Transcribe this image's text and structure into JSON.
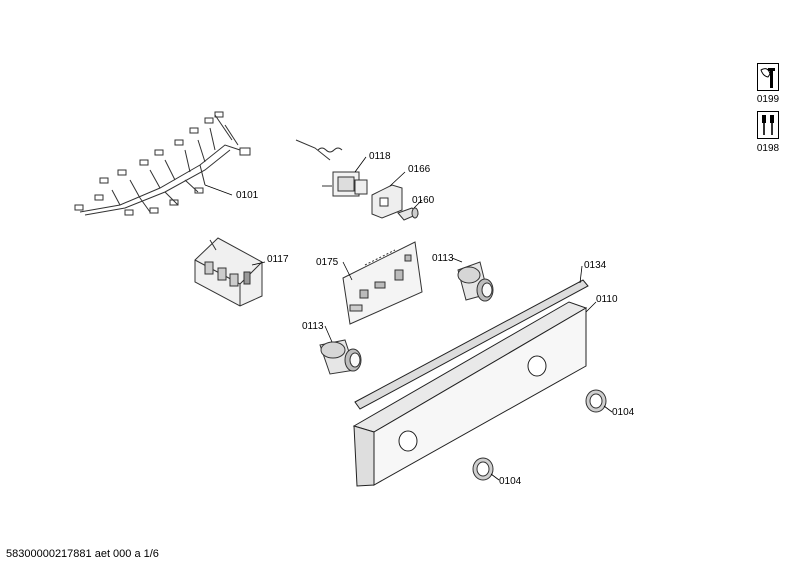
{
  "parts": {
    "p0101": "0101",
    "p0118": "0118",
    "p0166": "0166",
    "p0160": "0160",
    "p0117": "0117",
    "p0175": "0175",
    "p0113a": "0113",
    "p0113b": "0113",
    "p0134": "0134",
    "p0110": "0110",
    "p0104a": "0104",
    "p0104b": "0104"
  },
  "tools": {
    "t0199": "0199",
    "t0198": "0198"
  },
  "footer": "58300000217881 aet 000 a 1/6"
}
